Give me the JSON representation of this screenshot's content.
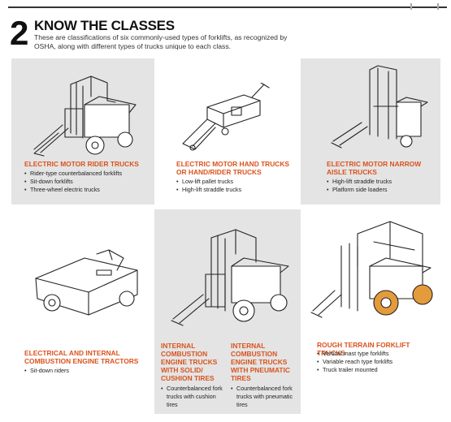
{
  "header": {
    "number": "2",
    "title": "KNOW THE CLASSES",
    "subtitle": "These are classifications of six commonly-used types of forklifts, as recognized by OSHA, along with different types of trucks unique to each class."
  },
  "classes": [
    {
      "heading": "ELECTRIC MOTOR RIDER TRUCKS",
      "bullets": [
        "Rider-type counterbalanced forklifts",
        "Sit-down forklifts",
        "Three-wheel electric trucks"
      ]
    },
    {
      "heading": "ELECTRIC MOTOR HAND TRUCKS OR HAND/RIDER TRUCKS",
      "bullets": [
        "Low-lift pallet trucks",
        "High-lift straddle trucks"
      ]
    },
    {
      "heading": "ELECTRIC MOTOR NARROW AISLE TRUCKS",
      "bullets": [
        "High-lift straddle trucks",
        "Platform side loaders"
      ]
    },
    {
      "heading": "ELECTRICAL AND INTERNAL COMBUSTION ENGINE TRACTORS",
      "bullets": [
        "Sit-down riders"
      ]
    },
    {
      "heading": "INTERNAL COMBUSTION ENGINE TRUCKS WITH SOLID/ CUSHION TIRES",
      "bullets": [
        "Counterbalanced fork trucks with cushion tires"
      ]
    },
    {
      "heading": "INTERNAL COMBUSTION ENGINE TRUCKS WITH PNEUMATIC TIRES",
      "bullets": [
        "Counterbalanced fork trucks with pneumatic tires"
      ]
    },
    {
      "heading": "ROUGH TERRAIN FORKLIFT TRUCKS",
      "bullets": [
        "Vertical mast type forklifts",
        "Variable reach type forklifts",
        "Truck trailer mounted"
      ]
    }
  ],
  "colors": {
    "accent": "#d9531e",
    "panel": "#e4e4e4"
  }
}
